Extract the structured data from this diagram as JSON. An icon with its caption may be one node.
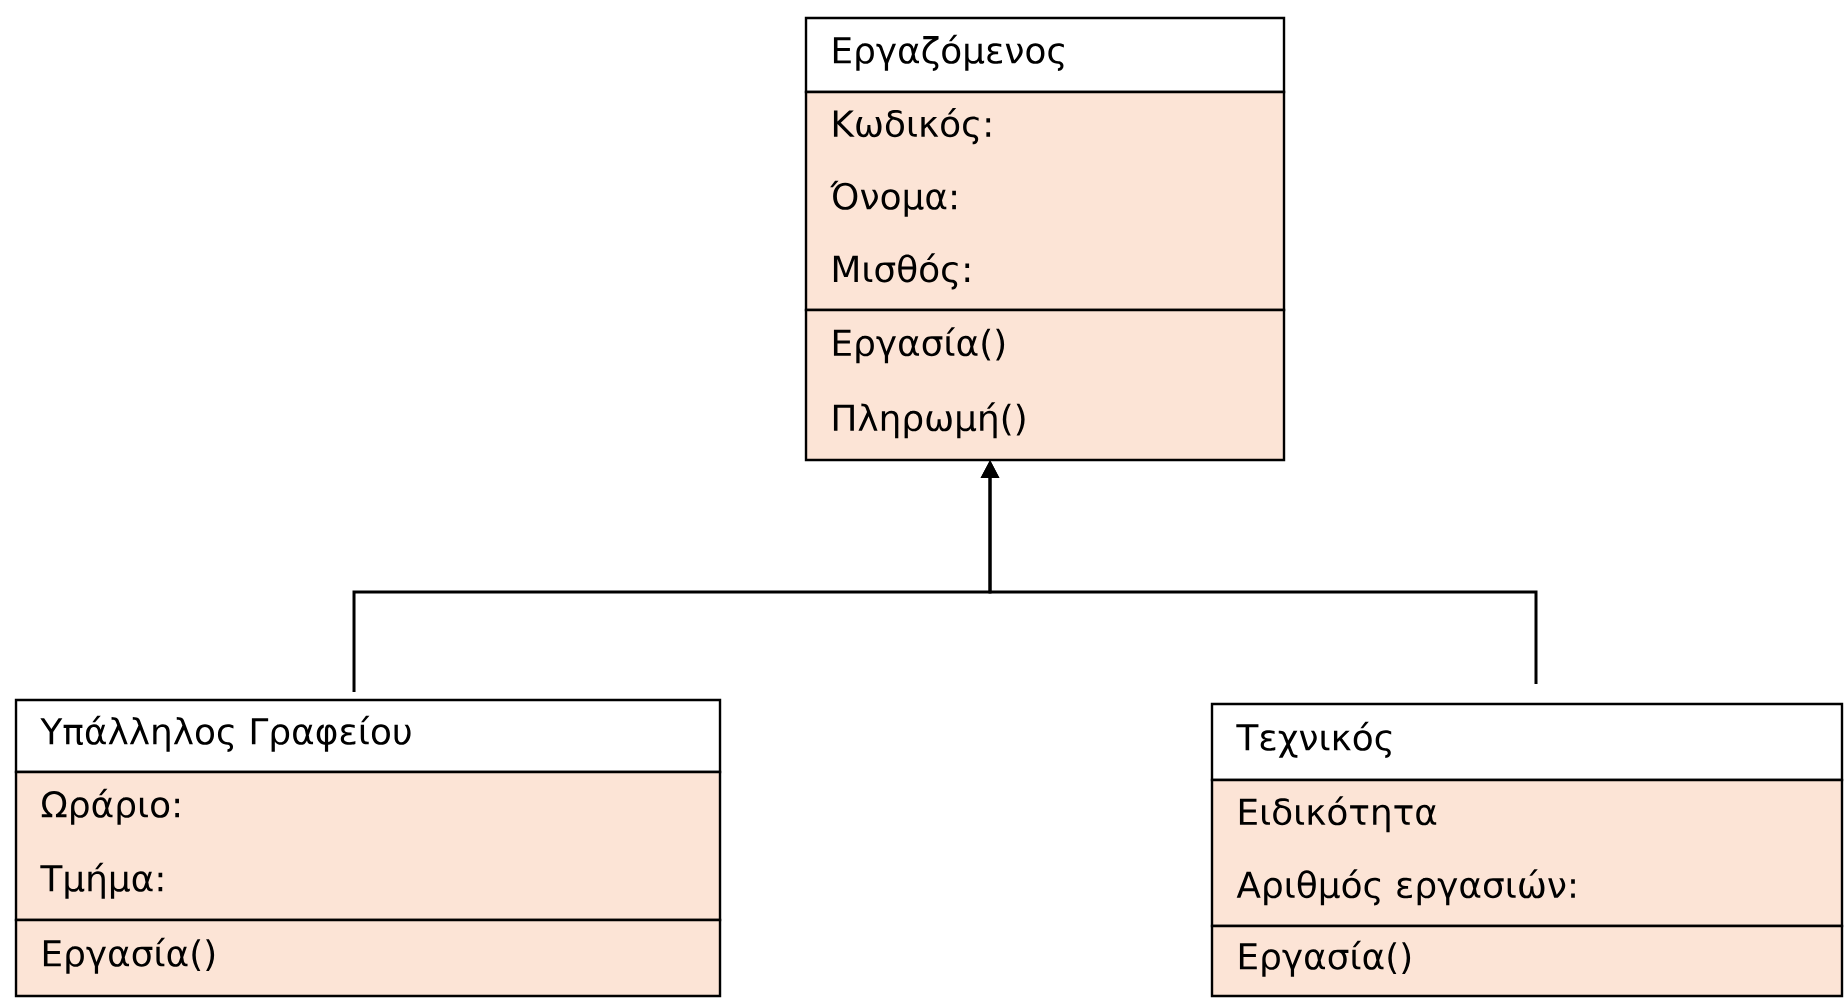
{
  "diagram": {
    "nodes": [
      {
        "text": [
          "Εργαζόμενος",
          "Κωδικός:",
          "Όνομα:",
          "Μισθός:",
          "Εργασία()",
          "Πληρωμή()"
        ]
      },
      {
        "text": [
          "Υπάλληλος Γραφείου",
          "Ωράριο:",
          "Τμήμα:",
          "Εργασία()"
        ]
      },
      {
        "text": [
          "Τεχνικός",
          "Ειδικότητα",
          "Αριθμός εργασιών:",
          "Εργασία()"
        ]
      }
    ],
    "edges": [
      {
        "from": 1,
        "to": 0,
        "arrow": "to"
      },
      {
        "from": 2,
        "to": 0,
        "arrow": "to"
      }
    ]
  }
}
